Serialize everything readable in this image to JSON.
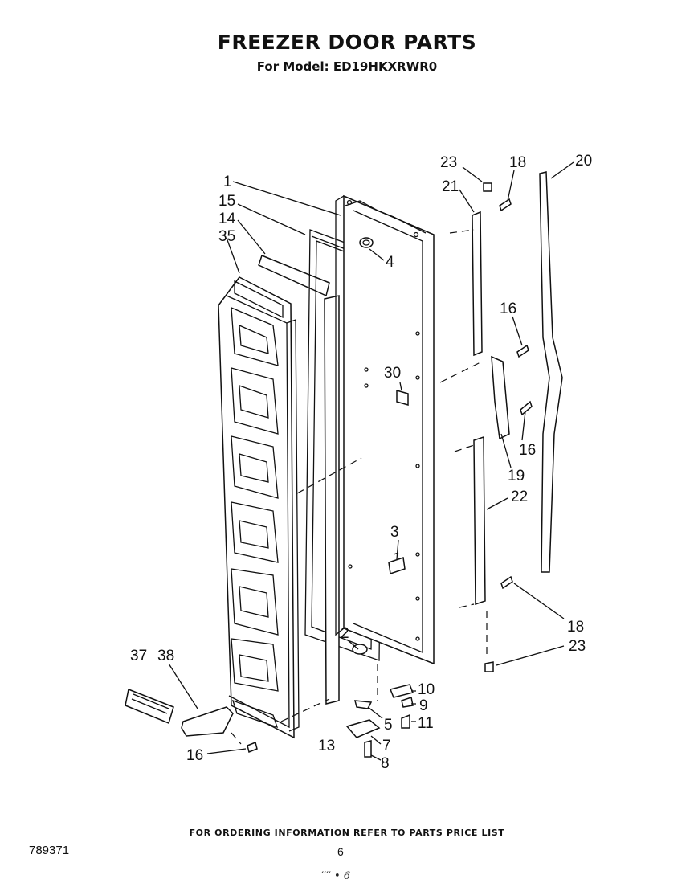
{
  "title": "FREEZER DOOR PARTS",
  "subtitle": "For Model: ED19HKXRWR0",
  "footer_note": "FOR ORDERING INFORMATION REFER TO PARTS PRICE LIST",
  "document_code": "789371",
  "page_number": "6",
  "handwriting": "′′′′ • 6",
  "callouts": {
    "c1": "1",
    "c15": "15",
    "c14": "14",
    "c35": "35",
    "c4": "4",
    "c23a": "23",
    "c18a": "18",
    "c20": "20",
    "c21": "21",
    "c16a": "16",
    "c30": "30",
    "c16b": "16",
    "c19": "19",
    "c22": "22",
    "c3": "3",
    "c2": "2",
    "c18b": "18",
    "c23b": "23",
    "c37": "37",
    "c38": "38",
    "c10": "10",
    "c9": "9",
    "c5": "5",
    "c11": "11",
    "c7": "7",
    "c13": "13",
    "c16c": "16",
    "c8": "8"
  }
}
